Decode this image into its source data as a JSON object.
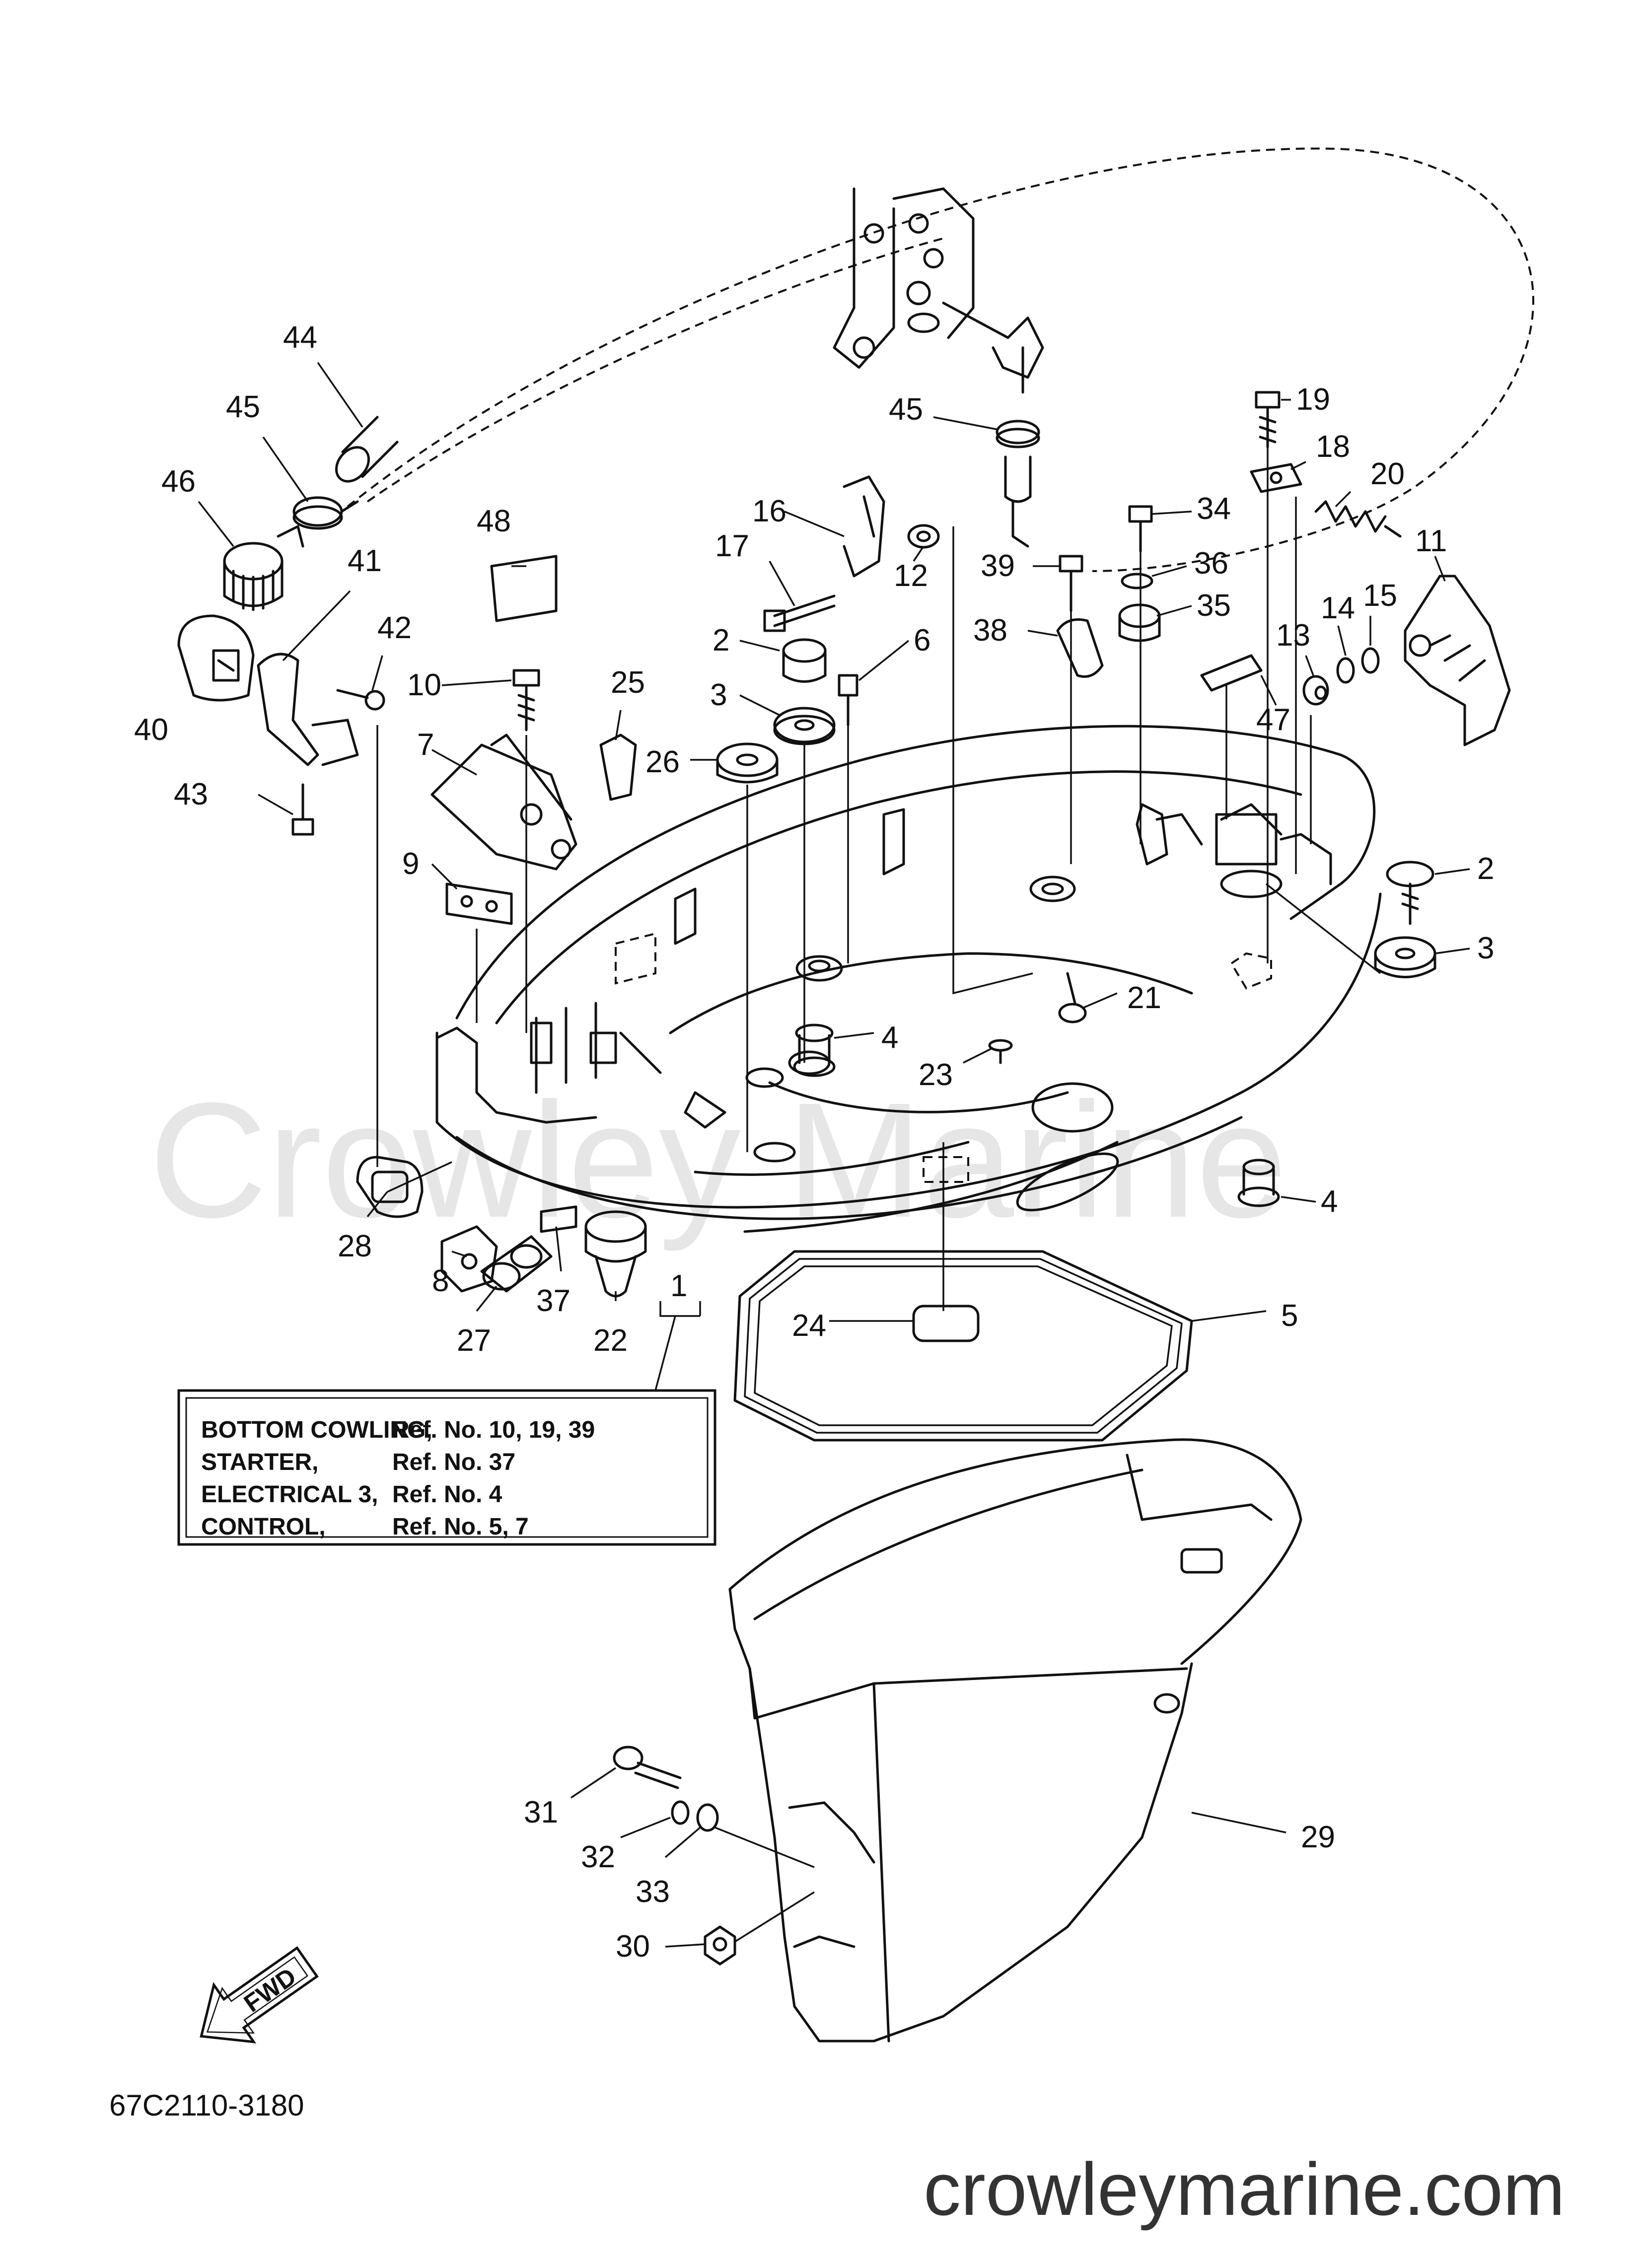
{
  "watermark": "Crowley Marine",
  "website": "crowleymarine.com",
  "drawing_code": "67C2110-3180",
  "fwd_label": "FWD",
  "reference_box": {
    "rows": [
      {
        "name": "BOTTOM COWLING,",
        "ref": "Ref. No. 10, 19, 39"
      },
      {
        "name": "STARTER,",
        "ref": "Ref. No. 37"
      },
      {
        "name": "ELECTRICAL 3,",
        "ref": "Ref. No. 4"
      },
      {
        "name": "CONTROL,",
        "ref": "Ref. No. 5, 7"
      }
    ]
  },
  "part_labels": [
    {
      "id": "44",
      "text": "44"
    },
    {
      "id": "45a",
      "text": "45"
    },
    {
      "id": "46",
      "text": "46"
    },
    {
      "id": "40",
      "text": "40"
    },
    {
      "id": "41",
      "text": "41"
    },
    {
      "id": "42",
      "text": "42"
    },
    {
      "id": "43",
      "text": "43"
    },
    {
      "id": "48",
      "text": "48"
    },
    {
      "id": "10",
      "text": "10"
    },
    {
      "id": "7",
      "text": "7"
    },
    {
      "id": "9",
      "text": "9"
    },
    {
      "id": "25",
      "text": "25"
    },
    {
      "id": "16",
      "text": "16"
    },
    {
      "id": "17",
      "text": "17"
    },
    {
      "id": "12",
      "text": "12"
    },
    {
      "id": "2a",
      "text": "2"
    },
    {
      "id": "6",
      "text": "6"
    },
    {
      "id": "3a",
      "text": "3"
    },
    {
      "id": "26",
      "text": "26"
    },
    {
      "id": "45b",
      "text": "45"
    },
    {
      "id": "19",
      "text": "19"
    },
    {
      "id": "18",
      "text": "18"
    },
    {
      "id": "20",
      "text": "20"
    },
    {
      "id": "34",
      "text": "34"
    },
    {
      "id": "39",
      "text": "39"
    },
    {
      "id": "36",
      "text": "36"
    },
    {
      "id": "35",
      "text": "35"
    },
    {
      "id": "38",
      "text": "38"
    },
    {
      "id": "11",
      "text": "11"
    },
    {
      "id": "14",
      "text": "14"
    },
    {
      "id": "15",
      "text": "15"
    },
    {
      "id": "13",
      "text": "13"
    },
    {
      "id": "47",
      "text": "47"
    },
    {
      "id": "2b",
      "text": "2"
    },
    {
      "id": "3b",
      "text": "3"
    },
    {
      "id": "21",
      "text": "21"
    },
    {
      "id": "4a",
      "text": "4"
    },
    {
      "id": "23",
      "text": "23"
    },
    {
      "id": "4b",
      "text": "4"
    },
    {
      "id": "28",
      "text": "28"
    },
    {
      "id": "8",
      "text": "8"
    },
    {
      "id": "27",
      "text": "27"
    },
    {
      "id": "37",
      "text": "37"
    },
    {
      "id": "22",
      "text": "22"
    },
    {
      "id": "1",
      "text": "1"
    },
    {
      "id": "24",
      "text": "24"
    },
    {
      "id": "5",
      "text": "5"
    },
    {
      "id": "29",
      "text": "29"
    },
    {
      "id": "31",
      "text": "31"
    },
    {
      "id": "32",
      "text": "32"
    },
    {
      "id": "33",
      "text": "33"
    },
    {
      "id": "30",
      "text": "30"
    }
  ]
}
